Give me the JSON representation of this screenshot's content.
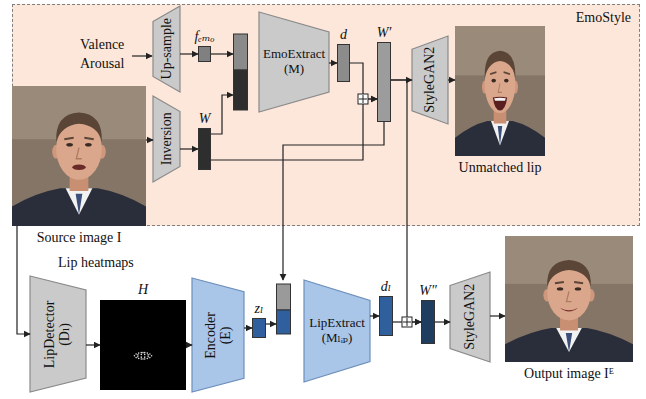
{
  "diagram": {
    "nodes": [
      {
        "text": [
          "EmoStyle"
        ]
      },
      {
        "text": [
          "Up-sample"
        ],
        "in": 0
      },
      {
        "text": [
          "fₑₘₒ"
        ],
        "in": 0
      },
      {
        "text": [
          "EmoExtract (M)"
        ],
        "in": 0
      },
      {
        "text": [
          "d"
        ],
        "in": 0
      },
      {
        "text": [
          "W′"
        ],
        "in": 0
      },
      {
        "text": [
          "StyleGAN2"
        ],
        "in": 0
      },
      {
        "text": [
          "Unmatched lip"
        ],
        "in": 0
      },
      {
        "text": [
          "Inversion"
        ],
        "in": 0
      },
      {
        "text": [
          "W"
        ],
        "in": 0
      },
      {
        "text": [
          "Source image I"
        ]
      },
      {
        "text": [
          "LipDetector (Dₗ)"
        ]
      },
      {
        "text": [
          "H"
        ]
      },
      {
        "text": [
          "Encoder (E)"
        ]
      },
      {
        "text": [
          "zₗ"
        ]
      },
      {
        "text": [
          "LipExtract (Mₗᵢₚ)"
        ]
      },
      {
        "text": [
          "dₗ"
        ]
      },
      {
        "text": [
          "W″"
        ]
      },
      {
        "text": [
          "StyleGAN2"
        ]
      },
      {
        "text": [
          "Output image Iᴱ"
        ]
      }
    ],
    "edges": [
      {
        "from": 1,
        "to": 2,
        "arrow": "to"
      },
      {
        "from": 2,
        "to": 3,
        "arrow": "to"
      },
      {
        "from": 3,
        "to": 4,
        "arrow": "to"
      },
      {
        "from": 4,
        "to": 5,
        "arrow": "to"
      },
      {
        "from": 5,
        "to": 6,
        "arrow": "to"
      },
      {
        "from": 6,
        "to": 7,
        "arrow": "to"
      },
      {
        "from": 8,
        "to": 9,
        "arrow": "to"
      },
      {
        "from": 9,
        "to": 3,
        "arrow": "to"
      },
      {
        "from": 9,
        "to": 5,
        "arrow": "to"
      },
      {
        "from": 10,
        "to": 8,
        "arrow": "to"
      },
      {
        "from": 5,
        "to": 15,
        "arrow": "to"
      },
      {
        "from": 5,
        "to": 17,
        "arrow": "to"
      },
      {
        "from": 10,
        "to": 11,
        "arrow": "to"
      },
      {
        "from": 11,
        "to": 12,
        "arrow": "to"
      },
      {
        "from": 12,
        "to": 13,
        "arrow": "to"
      },
      {
        "from": 13,
        "to": 14,
        "arrow": "to"
      },
      {
        "from": 14,
        "to": 15,
        "arrow": "to"
      },
      {
        "from": 15,
        "to": 16,
        "arrow": "to"
      },
      {
        "from": 16,
        "to": 17,
        "arrow": "to"
      },
      {
        "from": 17,
        "to": 18,
        "arrow": "to"
      },
      {
        "from": 18,
        "to": 19,
        "arrow": "to"
      }
    ],
    "labels": [
      "Valence",
      "Arousal",
      "Lip heatmaps"
    ]
  }
}
